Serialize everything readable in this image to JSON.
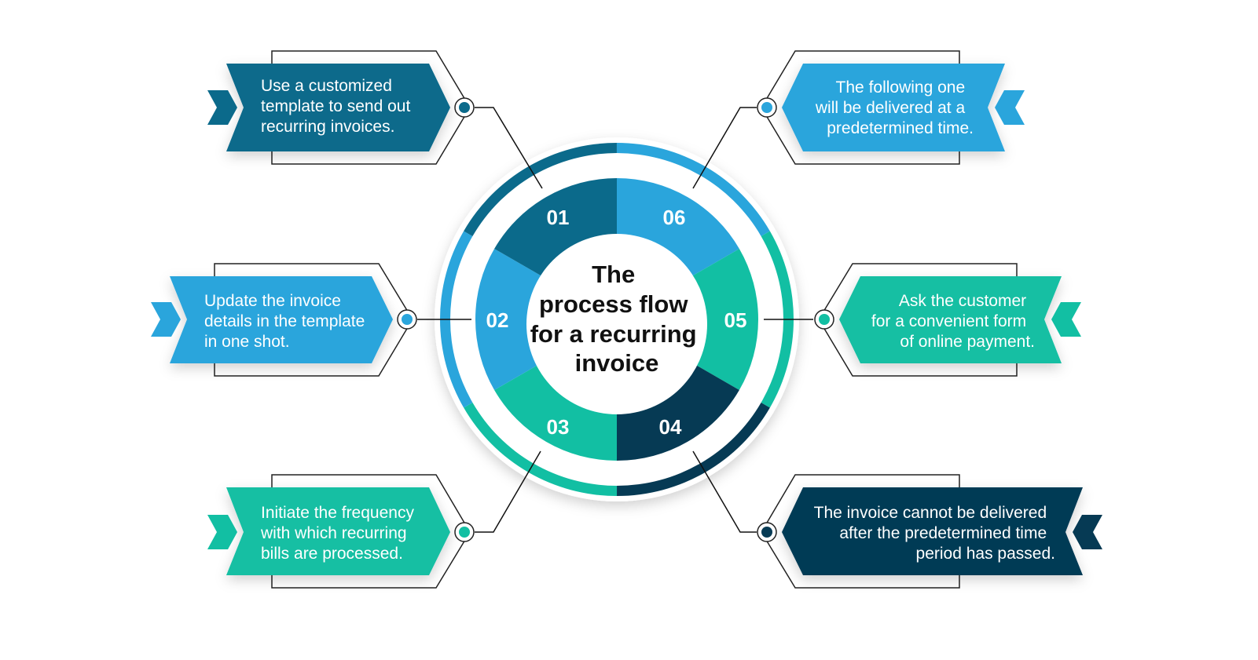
{
  "diagram": {
    "center_title": [
      "The",
      "process flow",
      "for a recurring",
      "invoice"
    ],
    "colors": {
      "dark_teal": "#0b6a8b",
      "sky_blue": "#2aa5dc",
      "teal_green": "#12bfa3",
      "navy": "#063a54"
    },
    "steps": [
      {
        "number": "01",
        "lines": [
          "Use a customized",
          "template to send out",
          "recurring invoices."
        ],
        "color": "#0b6a8b"
      },
      {
        "number": "02",
        "lines": [
          "Update the invoice",
          "details in the template",
          "in one shot."
        ],
        "color": "#2aa5dc"
      },
      {
        "number": "03",
        "lines": [
          "Initiate the frequency",
          "with which recurring",
          "bills are processed."
        ],
        "color": "#12bfa3"
      },
      {
        "number": "04",
        "lines": [
          "The invoice cannot be delivered",
          "after the predetermined time",
          "period has passed."
        ],
        "color": "#063a54"
      },
      {
        "number": "05",
        "lines": [
          "Ask the customer",
          "for a convenient form",
          "of online payment."
        ],
        "color": "#12bfa3"
      },
      {
        "number": "06",
        "lines": [
          "The following one",
          "will be delivered at a",
          "predetermined time."
        ],
        "color": "#2aa5dc"
      }
    ]
  }
}
